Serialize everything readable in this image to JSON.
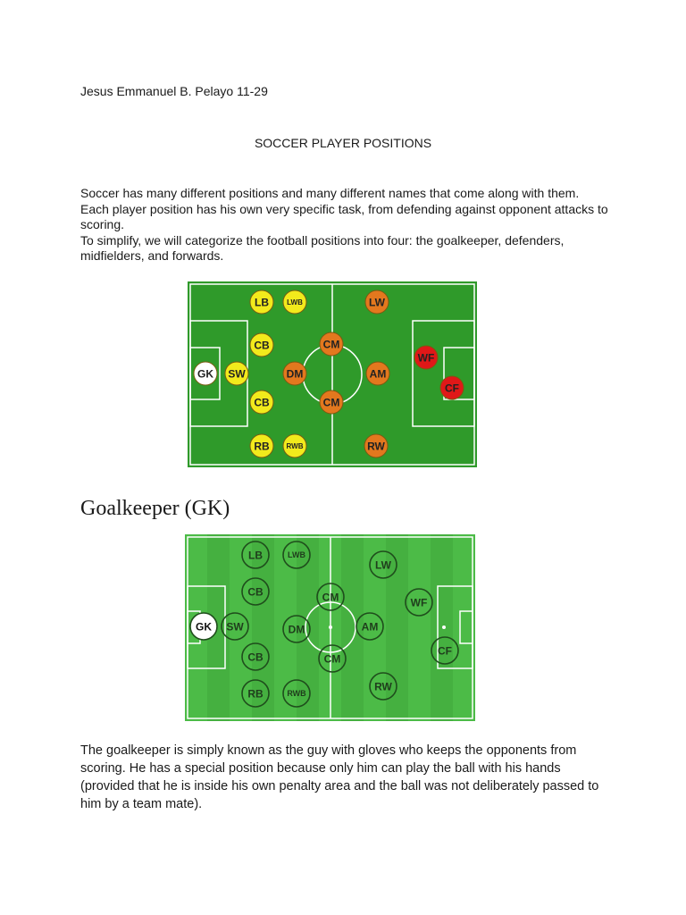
{
  "author_line": "Jesus Emmanuel B. Pelayo  11-29",
  "title": "SOCCER PLAYER POSITIONS",
  "intro": [
    "Soccer has many different positions and many different names that come along with them.",
    "Each player position has his own very specific task, from defending against opponent attacks to scoring.",
    "To simplify, we will categorize the football positions into four: the goalkeeper, defenders, midfielders, and forwards."
  ],
  "section_heading": "Goalkeeper (GK)",
  "gk_paragraph": "The goalkeeper is simply known as the guy with gloves who keeps the opponents from scoring. He has a special position because only him can play the ball with his hands (provided that he is inside his own penalty area and the ball was not deliberately passed to him by a team mate).",
  "diagram1": {
    "pitch_color": "#2f9a2a",
    "colors": {
      "goalkeeper": "#ffffff",
      "defender": "#f2ea1c",
      "midfielder": "#e3781e",
      "forward": "#e01818"
    },
    "players": [
      {
        "label": "LB",
        "group": "defender"
      },
      {
        "label": "LWB",
        "group": "defender"
      },
      {
        "label": "LW",
        "group": "midfielder"
      },
      {
        "label": "CB",
        "group": "defender"
      },
      {
        "label": "CM",
        "group": "midfielder"
      },
      {
        "label": "WF",
        "group": "forward"
      },
      {
        "label": "GK",
        "group": "goalkeeper"
      },
      {
        "label": "SW",
        "group": "defender"
      },
      {
        "label": "DM",
        "group": "midfielder"
      },
      {
        "label": "AM",
        "group": "midfielder"
      },
      {
        "label": "CF",
        "group": "forward"
      },
      {
        "label": "CB",
        "group": "defender"
      },
      {
        "label": "CM",
        "group": "midfielder"
      },
      {
        "label": "RB",
        "group": "defender"
      },
      {
        "label": "RWB",
        "group": "defender"
      },
      {
        "label": "RW",
        "group": "midfielder"
      }
    ]
  },
  "diagram2": {
    "pitch_color": "#4cbb47",
    "stripe_color": "#45b040",
    "highlight": "GK",
    "players": [
      {
        "label": "LB"
      },
      {
        "label": "LWB"
      },
      {
        "label": "LW"
      },
      {
        "label": "CB"
      },
      {
        "label": "CM"
      },
      {
        "label": "WF"
      },
      {
        "label": "GK"
      },
      {
        "label": "SW"
      },
      {
        "label": "DM"
      },
      {
        "label": "AM"
      },
      {
        "label": "CF"
      },
      {
        "label": "CB"
      },
      {
        "label": "CM"
      },
      {
        "label": "RB"
      },
      {
        "label": "RWB"
      },
      {
        "label": "RW"
      }
    ]
  }
}
